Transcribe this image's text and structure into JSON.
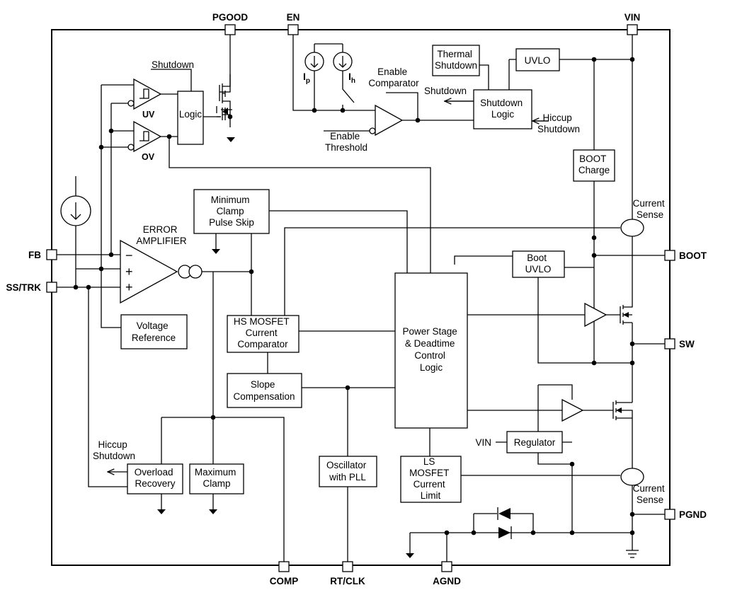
{
  "pins": {
    "pgood": "PGOOD",
    "en": "EN",
    "vin": "VIN",
    "fb": "FB",
    "ss_trk": "SS/TRK",
    "boot": "BOOT",
    "sw": "SW",
    "pgnd": "PGND",
    "comp": "COMP",
    "rt_clk": "RT/CLK",
    "agnd": "AGND"
  },
  "blocks": {
    "logic": "Logic",
    "thermal_shutdown": [
      "Thermal",
      "Shutdown"
    ],
    "uvlo": "UVLO",
    "shutdown_logic": [
      "Shutdown",
      "Logic"
    ],
    "boot_charge": [
      "BOOT",
      "Charge"
    ],
    "min_clamp": [
      "Minimum",
      "Clamp",
      "Pulse Skip"
    ],
    "voltage_reference": [
      "Voltage",
      "Reference"
    ],
    "hs_comparator": [
      "HS MOSFET",
      "Current",
      "Comparator"
    ],
    "slope_compensation": [
      "Slope",
      "Compensation"
    ],
    "power_stage": [
      "Power Stage",
      "& Deadtime",
      "Control",
      "Logic"
    ],
    "boot_uvlo": [
      "Boot",
      "UVLO"
    ],
    "regulator": "Regulator",
    "oscillator": [
      "Oscillator",
      "with PLL"
    ],
    "ls_limit": [
      "LS",
      "MOSFET",
      "Current",
      "Limit"
    ],
    "overload_recovery": [
      "Overload",
      "Recovery"
    ],
    "max_clamp": [
      "Maximum",
      "Clamp"
    ]
  },
  "labels": {
    "shutdown_top": "Shutdown",
    "uv": "UV",
    "ov": "OV",
    "ip": "I",
    "ip_sub": "p",
    "ih": "I",
    "ih_sub": "h",
    "enable_comparator": [
      "Enable",
      "Comparator"
    ],
    "enable_threshold": [
      "Enable",
      "Threshold"
    ],
    "shutdown_out": "Shutdown",
    "hiccup_shutdown_in": [
      "Hiccup",
      "Shutdown"
    ],
    "error_amplifier": [
      "ERROR",
      "AMPLIFIER"
    ],
    "current_sense_top": [
      "Current",
      "Sense"
    ],
    "current_sense_bottom": [
      "Current",
      "Sense"
    ],
    "vin_regulator": "VIN",
    "hiccup_shutdown_out": [
      "Hiccup",
      "Shutdown"
    ],
    "amp_minus": "−",
    "amp_plus": "+"
  }
}
